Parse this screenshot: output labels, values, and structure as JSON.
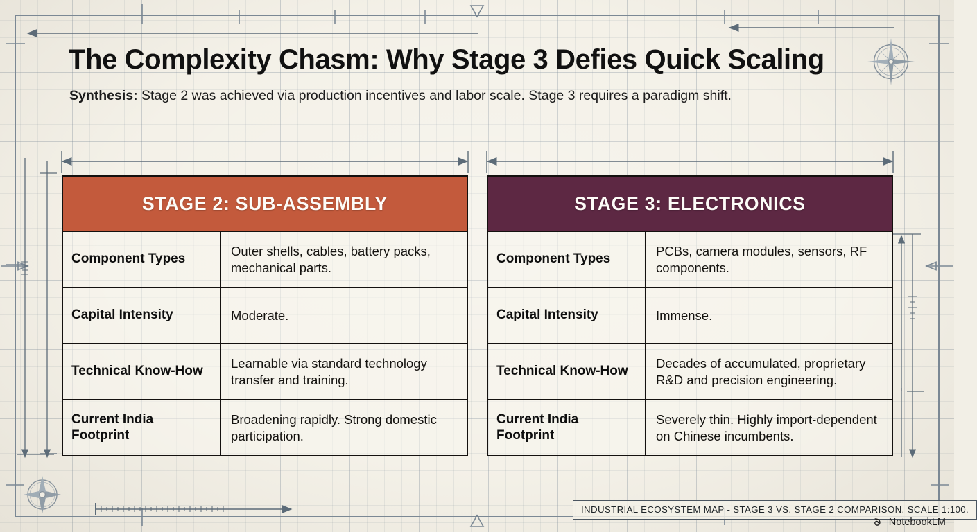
{
  "page": {
    "title": "The Complexity Chasm: Why Stage 3 Defies Quick Scaling",
    "synthesis_label": "Synthesis:",
    "synthesis_text": " Stage 2 was achieved via production incentives and labor scale. Stage 3 requires a paradigm shift.",
    "caption": "INDUSTRIAL ECOSYSTEM MAP - STAGE 3 VS. STAGE 2 COMPARISON. SCALE 1:100.",
    "watermark": "NotebookLM"
  },
  "colors": {
    "stage2_header": "#c35a3c",
    "stage3_header": "#5d2843",
    "paper": "#f4f1e8",
    "grid": "#7b8894",
    "ink": "#14110f"
  },
  "tables": [
    {
      "id": "stage-2",
      "header": "STAGE 2: SUB-ASSEMBLY",
      "header_color": "#c35a3c",
      "rows": [
        {
          "label": "Component Types",
          "value": "Outer shells, cables, battery packs, mechanical parts."
        },
        {
          "label": "Capital Intensity",
          "value": "Moderate."
        },
        {
          "label": "Technical Know-How",
          "value": "Learnable via standard technology transfer and training."
        },
        {
          "label": "Current India Footprint",
          "value": "Broadening rapidly. Strong domestic participation."
        }
      ]
    },
    {
      "id": "stage-3",
      "header": "STAGE 3: ELECTRONICS",
      "header_color": "#5d2843",
      "rows": [
        {
          "label": "Component Types",
          "value": "PCBs, camera modules, sensors, RF components."
        },
        {
          "label": "Capital Intensity",
          "value": "Immense."
        },
        {
          "label": "Technical Know-How",
          "value": "Decades of accumulated, proprietary R&D and precision engineering."
        },
        {
          "label": "Current India Footprint",
          "value": "Severely thin. Highly import-dependent on Chinese incumbents."
        }
      ]
    }
  ],
  "decorations": {
    "compass_top_right": "compass-rose-icon",
    "compass_bottom_left": "compass-star-icon",
    "scale_bar": "scale-ruler",
    "dimension_lines": "blueprint-dimension-arrows"
  }
}
